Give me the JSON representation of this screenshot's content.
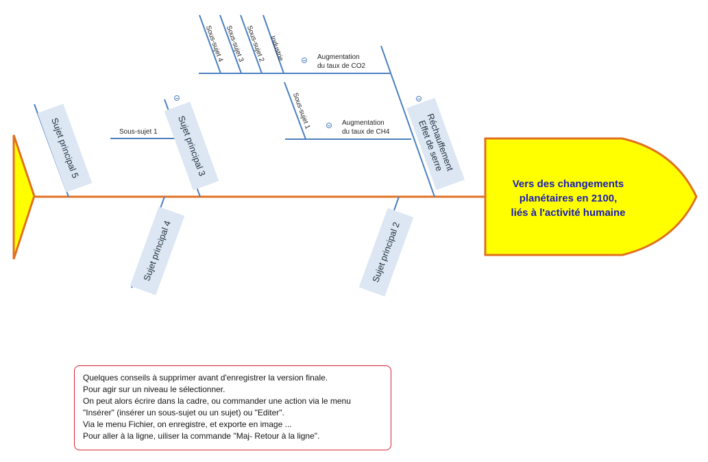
{
  "head": {
    "line1": "Vers des changements",
    "line2": "planétaires en 2100,",
    "line3": "liés à l'activité humaine"
  },
  "topics": {
    "main_5": "Sujet principal 5",
    "main_3": "Sujet principal 3",
    "main_4": "Sujet principal 4",
    "main_2": "Sujet principal 2",
    "rechauffement_line1": "Réchauffement",
    "rechauffement_line2": "Effet de serre"
  },
  "subtopics": {
    "sous_sujet_4": "Sous-sujet 4",
    "sous_sujet_3": "Sous-sujet 3",
    "sous_sujet_2": "Sous-sujet 2",
    "industrie": "Industrie",
    "co2_line1": "Augmentation",
    "co2_line2": "du taux de CO2",
    "sous_sujet_1_ch4": "Sous-sujet 1",
    "ch4_line1": "Augmentation",
    "ch4_line2": "du taux de CH4",
    "sous_sujet_1_main3": "Sous-sujet  1"
  },
  "tips": [
    "Quelques conseils à supprimer avant d'enregistrer la version finale.",
    "Pour agir sur un niveau le sélectionner.",
    "On peut alors écrire dans la cadre, ou commander une action via le menu",
    "\"Insérer\" (insérer un sous-sujet ou un sujet)  ou \"Editer\".",
    "Via le menu Fichier, on enregistre, et exporte en image ...",
    "Pour aller à la ligne, uiliser la commande \"Maj- Retour à la ligne\"."
  ],
  "colors": {
    "spine": "#e07020",
    "head_fill": "#ffff00",
    "branch": "#4a7fc1",
    "topic_fill": "#dce7f3",
    "head_text": "#1b1bb8",
    "tips_border": "#d81e2c"
  }
}
